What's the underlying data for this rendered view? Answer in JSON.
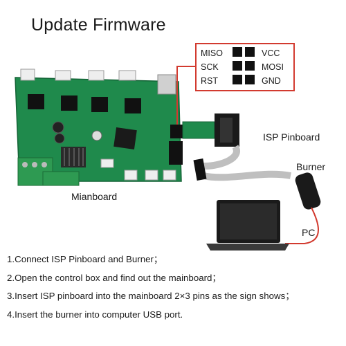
{
  "title": "Update Firmware",
  "pinout": {
    "left": [
      "MISO",
      "SCK",
      "RST"
    ],
    "right": [
      "VCC",
      "MOSI",
      "GND"
    ]
  },
  "labels": {
    "isp_pinboard": "ISP Pinboard",
    "burner": "Burner",
    "mainboard": "Mianboard",
    "pc": "PC"
  },
  "steps": [
    "1.Connect ISP Pinboard and Burner；",
    "2.Open the control box and find out the mainboard；",
    "3.Insert ISP pinboard into the mainboard 2×3 pins as the sign shows；",
    "4.Insert the burner into computer USB port."
  ],
  "colors": {
    "pcb": "#1f8a4c",
    "annotation": "#d23a2f",
    "cable": "#bfbfbf"
  }
}
